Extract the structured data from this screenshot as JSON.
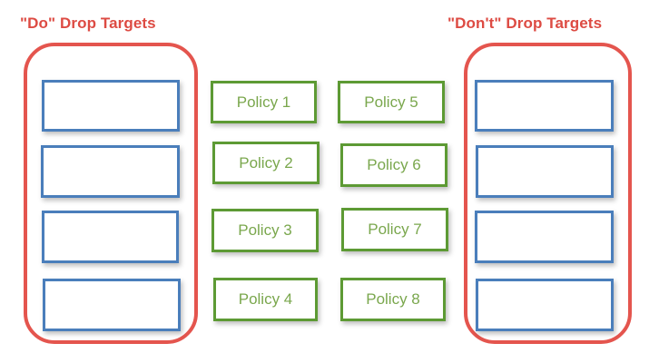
{
  "diagram": {
    "title_do": "\"Do\" Drop Targets",
    "title_dont": "\"Don't\" Drop Targets",
    "colors": {
      "group_outline": "#e4554e",
      "title_text": "#dd4b43",
      "drop_target_border": "#4a7ebb",
      "policy_border": "#5d9a34",
      "policy_text": "#7aa74d",
      "background": "#ffffff"
    },
    "groups": [
      {
        "name": "do-group",
        "label": "\"Do\" Drop Targets",
        "drop_targets": [
          {
            "name": "drop-do-1",
            "label": ""
          },
          {
            "name": "drop-do-2",
            "label": ""
          },
          {
            "name": "drop-do-3",
            "label": ""
          },
          {
            "name": "drop-do-4",
            "label": ""
          }
        ]
      },
      {
        "name": "dont-group",
        "label": "\"Don't\" Drop Targets",
        "drop_targets": [
          {
            "name": "drop-dont-1",
            "label": ""
          },
          {
            "name": "drop-dont-2",
            "label": ""
          },
          {
            "name": "drop-dont-3",
            "label": ""
          },
          {
            "name": "drop-dont-4",
            "label": ""
          }
        ]
      }
    ],
    "policy_columns": [
      {
        "name": "policy-column-left",
        "cards": [
          {
            "name": "policy-1",
            "label": "Policy 1"
          },
          {
            "name": "policy-2",
            "label": "Policy 2"
          },
          {
            "name": "policy-3",
            "label": "Policy 3"
          },
          {
            "name": "policy-4",
            "label": "Policy 4"
          }
        ]
      },
      {
        "name": "policy-column-right",
        "cards": [
          {
            "name": "policy-5",
            "label": "Policy 5"
          },
          {
            "name": "policy-6",
            "label": "Policy 6"
          },
          {
            "name": "policy-7",
            "label": "Policy 7"
          },
          {
            "name": "policy-8",
            "label": "Policy 8"
          }
        ]
      }
    ]
  }
}
